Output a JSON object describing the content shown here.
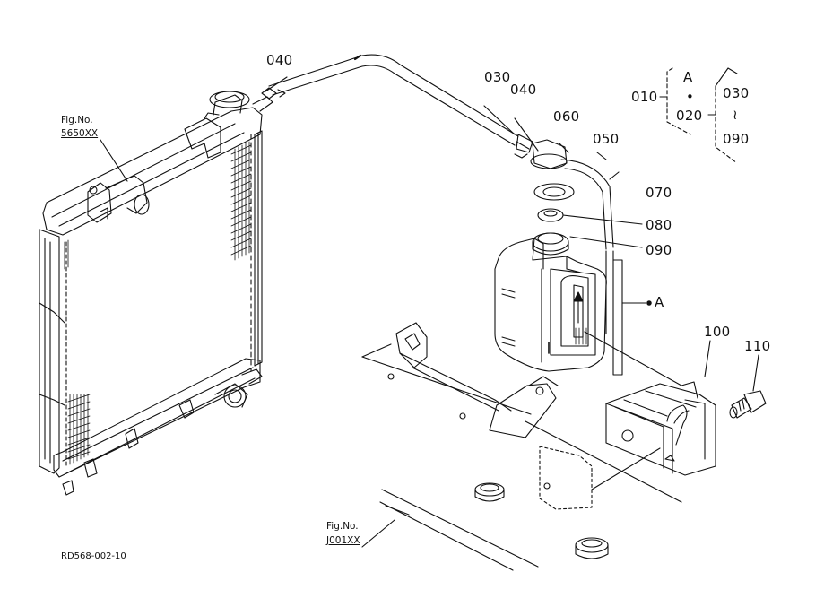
{
  "callouts": {
    "p040_top": "040",
    "p030": "030",
    "p040_mid": "040",
    "p060": "060",
    "p050": "050",
    "p070": "070",
    "p080": "080",
    "p090": "090",
    "p100": "100",
    "p110": "110",
    "ref_a": "A"
  },
  "assembly_key": {
    "item": "010",
    "letter": "A",
    "dot": "•",
    "item2": "020",
    "range_start": "030",
    "range_sep": "≀",
    "range_end": "090"
  },
  "figure_refs": {
    "radiator_label": "Fig.No.",
    "radiator_number": "5650XX",
    "frame_label": "Fig.No.",
    "frame_number": "J001XX"
  },
  "drawing_id": "RD568-002-10",
  "colors": {
    "ink": "#111111",
    "paper": "#ffffff"
  }
}
